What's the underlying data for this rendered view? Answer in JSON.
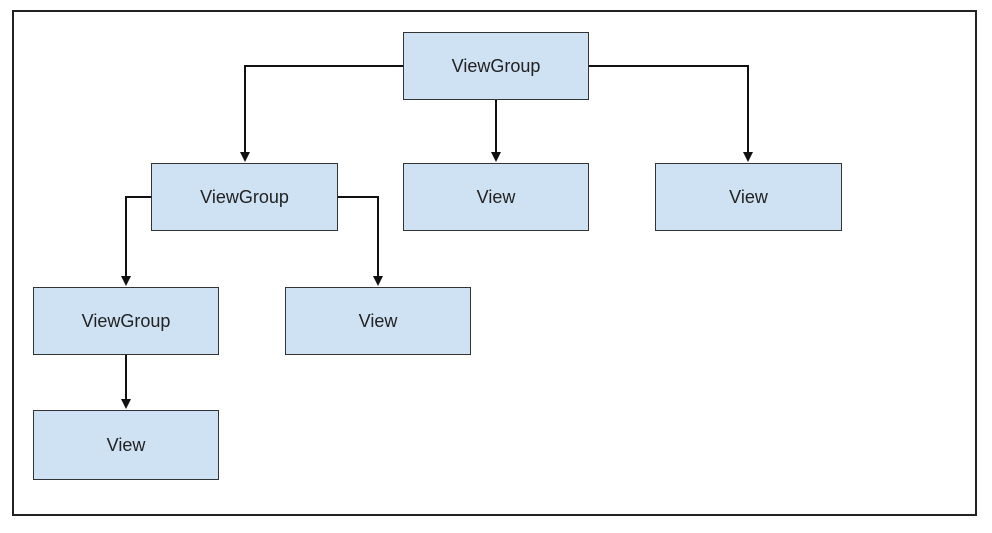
{
  "diagram": {
    "nodes": [
      {
        "id": "root",
        "label": "ViewGroup"
      },
      {
        "id": "vg1",
        "label": "ViewGroup"
      },
      {
        "id": "v1",
        "label": "View"
      },
      {
        "id": "v2",
        "label": "View"
      },
      {
        "id": "vg2",
        "label": "ViewGroup"
      },
      {
        "id": "v3",
        "label": "View"
      },
      {
        "id": "v4",
        "label": "View"
      }
    ],
    "edges": [
      {
        "from": "root",
        "to": "vg1"
      },
      {
        "from": "root",
        "to": "v1"
      },
      {
        "from": "root",
        "to": "v2"
      },
      {
        "from": "vg1",
        "to": "vg2"
      },
      {
        "from": "vg1",
        "to": "v3"
      },
      {
        "from": "vg2",
        "to": "v4"
      }
    ],
    "colors": {
      "node_fill": "#cfe2f3",
      "node_border": "#333333",
      "edge": "#111111"
    }
  }
}
